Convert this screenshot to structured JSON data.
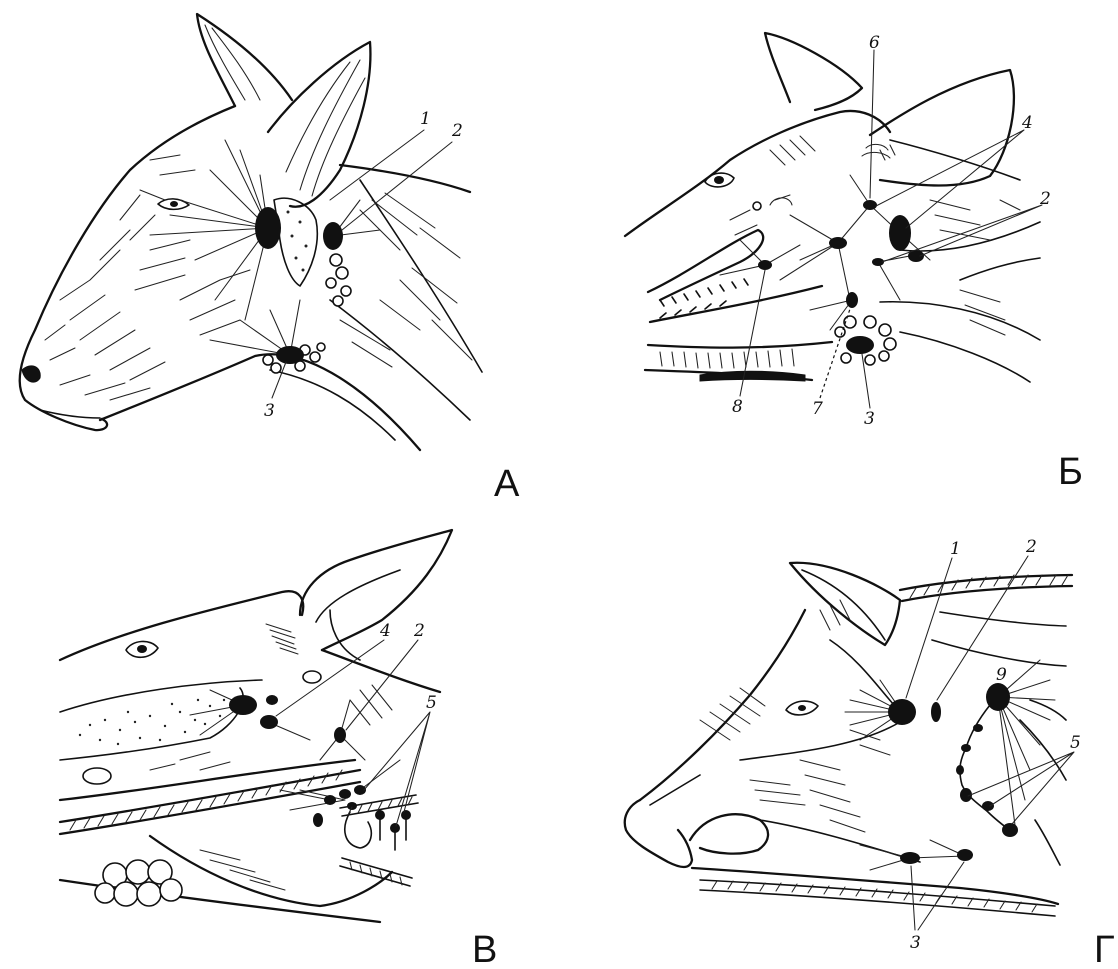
{
  "figure": {
    "panels": [
      {
        "letter": "А",
        "labels": [
          "1",
          "2",
          "3"
        ]
      },
      {
        "letter": "Б",
        "labels": [
          "6",
          "4",
          "2",
          "8",
          "7",
          "3"
        ]
      },
      {
        "letter": "В",
        "labels": [
          "4",
          "2",
          "5"
        ]
      },
      {
        "letter": "Г",
        "labels": [
          "1",
          "2",
          "9",
          "5",
          "3"
        ]
      }
    ]
  }
}
